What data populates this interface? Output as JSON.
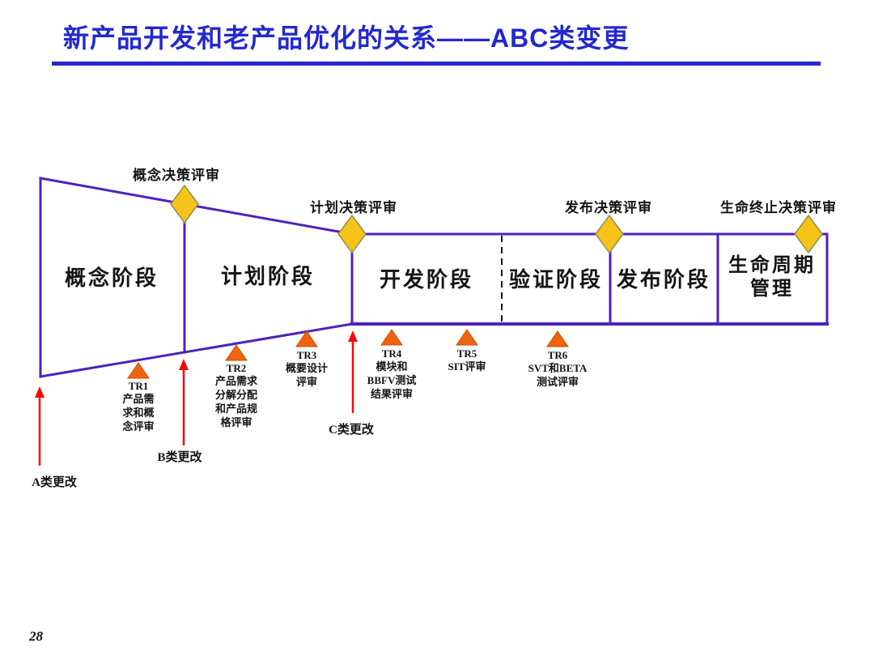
{
  "slide": {
    "title": "新产品开发和老产品优化的关系——ABC类变更",
    "page_number": "28"
  },
  "colors": {
    "title_blue": "#2428cf",
    "line_purple": "#4e22bb",
    "diamond_gold": "#f6c318",
    "diamond_border": "#8f8f4f",
    "triangle_orange": "#ee6411",
    "triangle_border": "#cc4e00",
    "arrow_red": "#fb0606",
    "text_color": "#141414"
  },
  "phases": [
    {
      "label": "概念阶段"
    },
    {
      "label": "计划阶段"
    },
    {
      "label": "开发阶段"
    },
    {
      "label": "验证阶段"
    },
    {
      "label": "发布阶段"
    },
    {
      "label": "生命周期\n管理"
    }
  ],
  "decision_reviews": [
    {
      "label": "概念决策评审"
    },
    {
      "label": "计划决策评审"
    },
    {
      "label": "发布决策评审"
    },
    {
      "label": "生命终止决策评审"
    }
  ],
  "technical_reviews": [
    {
      "name": "TR1",
      "desc": "产品需\n求和概\n念评审"
    },
    {
      "name": "TR2",
      "desc": "产品需求\n分解分配\n和产品规\n格评审"
    },
    {
      "name": "TR3",
      "desc": "概要设计\n评审"
    },
    {
      "name": "TR4",
      "desc": "模块和\nBBFV测试\n结果评审"
    },
    {
      "name": "TR5",
      "desc": "SIT评审"
    },
    {
      "name": "TR6",
      "desc": "SVT和BETA\n测试评审"
    }
  ],
  "changes": [
    {
      "label": "A类更改"
    },
    {
      "label": "B类更改"
    },
    {
      "label": "C类更改"
    }
  ]
}
